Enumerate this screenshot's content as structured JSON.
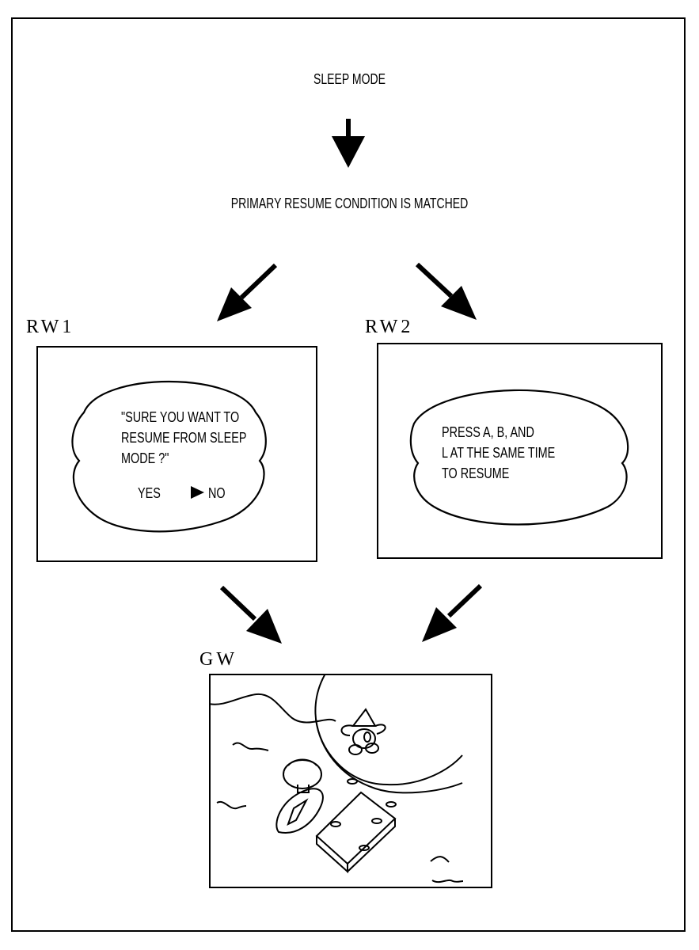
{
  "flow": {
    "start_state": "SLEEP MODE",
    "condition": "PRIMARY RESUME CONDITION IS MATCHED"
  },
  "windows": {
    "rw1": {
      "label": "RW1",
      "message_lines": [
        "\"SURE YOU WANT TO",
        "RESUME FROM SLEEP",
        "MODE ?\""
      ],
      "options": {
        "yes": "YES",
        "no": "NO"
      },
      "selected_option": "NO",
      "cursor_icon": "right-triangle-cursor"
    },
    "rw2": {
      "label": "RW2",
      "message_lines": [
        "PRESS A, B, AND",
        "L AT THE SAME TIME",
        "TO RESUME"
      ]
    },
    "gw": {
      "label": "GW",
      "scene": "game-world-pier-with-boat-and-characters"
    }
  },
  "icons": {
    "arrow": "arrow-down-icon",
    "arrow_left": "arrow-down-left-icon",
    "arrow_right": "arrow-down-right-icon"
  }
}
